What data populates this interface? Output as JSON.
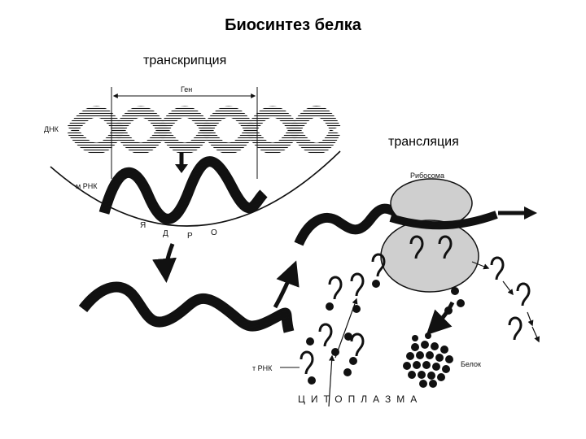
{
  "title": "Биосинтез белка",
  "captions": {
    "transcription": "транскрипция",
    "translation": "трансляция"
  },
  "labels": {
    "gene": "Ген",
    "dna": "ДНК",
    "mrna": "м РНК",
    "nucleus_letters": [
      "Я",
      "Д",
      "Р",
      "О"
    ],
    "ribosome": "Рибосома",
    "trna": "т РНК",
    "protein": "Белок",
    "cytoplasm": "ЦИТОПЛАЗМА"
  },
  "colors": {
    "ink": "#111111",
    "ribosome_fill": "#cfcfcf",
    "background": "#ffffff"
  }
}
